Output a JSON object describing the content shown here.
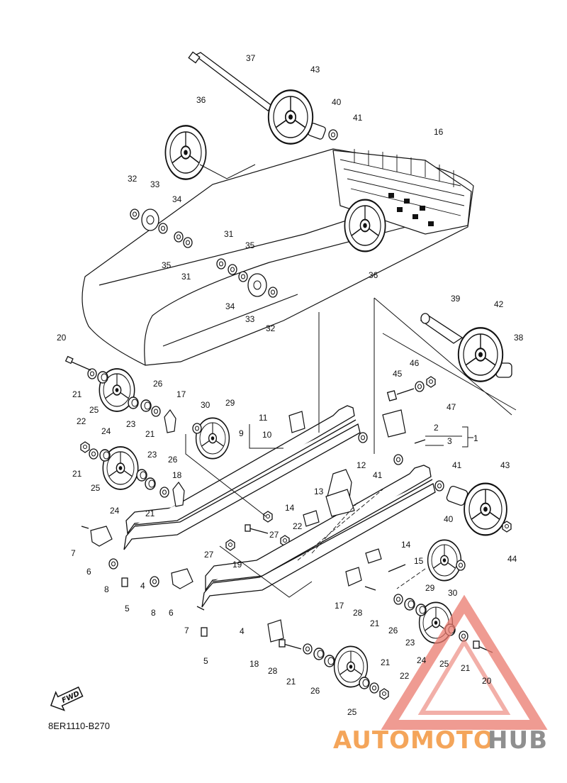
{
  "diagram": {
    "code": "8ER1110-B270",
    "fwd_label": "FWD",
    "watermark": {
      "auto": "AUTOMOTO",
      "hub": "HUB",
      "color_a": "#f4a55a",
      "color_b": "#e2574c",
      "color_c": "#8f8f8f"
    },
    "labels": [
      {
        "id": "p37a",
        "text": "37"
      },
      {
        "id": "p43a",
        "text": "43"
      },
      {
        "id": "p40a",
        "text": "40"
      },
      {
        "id": "p41a",
        "text": "41"
      },
      {
        "id": "p36a",
        "text": "36"
      },
      {
        "id": "p16",
        "text": "16"
      },
      {
        "id": "p32a",
        "text": "32"
      },
      {
        "id": "p33a",
        "text": "33"
      },
      {
        "id": "p34a",
        "text": "34"
      },
      {
        "id": "p35a",
        "text": "35"
      },
      {
        "id": "p31a",
        "text": "31"
      },
      {
        "id": "p31b",
        "text": "31"
      },
      {
        "id": "p35b",
        "text": "35"
      },
      {
        "id": "p34b",
        "text": "34"
      },
      {
        "id": "p33b",
        "text": "33"
      },
      {
        "id": "p32b",
        "text": "32"
      },
      {
        "id": "p36b",
        "text": "36"
      },
      {
        "id": "p39",
        "text": "39"
      },
      {
        "id": "p42",
        "text": "42"
      },
      {
        "id": "p38",
        "text": "38"
      },
      {
        "id": "p20a",
        "text": "20"
      },
      {
        "id": "p21a",
        "text": "21"
      },
      {
        "id": "p25a",
        "text": "25"
      },
      {
        "id": "p24a",
        "text": "24"
      },
      {
        "id": "p26a",
        "text": "26"
      },
      {
        "id": "p23a",
        "text": "23"
      },
      {
        "id": "p17a",
        "text": "17"
      },
      {
        "id": "p21b",
        "text": "21"
      },
      {
        "id": "p30a",
        "text": "30"
      },
      {
        "id": "p29a",
        "text": "29"
      },
      {
        "id": "p11",
        "text": "11"
      },
      {
        "id": "p9",
        "text": "9"
      },
      {
        "id": "p10",
        "text": "10"
      },
      {
        "id": "p45",
        "text": "45"
      },
      {
        "id": "p46",
        "text": "46"
      },
      {
        "id": "p47",
        "text": "47"
      },
      {
        "id": "p2",
        "text": "2"
      },
      {
        "id": "p3",
        "text": "3"
      },
      {
        "id": "p1",
        "text": "1"
      },
      {
        "id": "p22a",
        "text": "22"
      },
      {
        "id": "p21c",
        "text": "21"
      },
      {
        "id": "p25b",
        "text": "25"
      },
      {
        "id": "p23b",
        "text": "23"
      },
      {
        "id": "p26b",
        "text": "26"
      },
      {
        "id": "p24b",
        "text": "24"
      },
      {
        "id": "p18a",
        "text": "18"
      },
      {
        "id": "p21d",
        "text": "21"
      },
      {
        "id": "p41b",
        "text": "41"
      },
      {
        "id": "p12",
        "text": "12"
      },
      {
        "id": "p41c",
        "text": "41"
      },
      {
        "id": "p43b",
        "text": "43"
      },
      {
        "id": "p13",
        "text": "13"
      },
      {
        "id": "p14a",
        "text": "14"
      },
      {
        "id": "p22b",
        "text": "22"
      },
      {
        "id": "p40b",
        "text": "40"
      },
      {
        "id": "p44",
        "text": "44"
      },
      {
        "id": "p7a",
        "text": "7"
      },
      {
        "id": "p27a",
        "text": "27"
      },
      {
        "id": "p27b",
        "text": "27"
      },
      {
        "id": "p19",
        "text": "19"
      },
      {
        "id": "p14b",
        "text": "14"
      },
      {
        "id": "p15",
        "text": "15"
      },
      {
        "id": "p6a",
        "text": "6"
      },
      {
        "id": "p8a",
        "text": "8"
      },
      {
        "id": "p4a",
        "text": "4"
      },
      {
        "id": "p5a",
        "text": "5"
      },
      {
        "id": "p8b",
        "text": "8"
      },
      {
        "id": "p6b",
        "text": "6"
      },
      {
        "id": "p29b",
        "text": "29"
      },
      {
        "id": "p30b",
        "text": "30"
      },
      {
        "id": "p17b",
        "text": "17"
      },
      {
        "id": "p28a",
        "text": "28"
      },
      {
        "id": "p21e",
        "text": "21"
      },
      {
        "id": "p26c",
        "text": "26"
      },
      {
        "id": "p7b",
        "text": "7"
      },
      {
        "id": "p4b",
        "text": "4"
      },
      {
        "id": "p23c",
        "text": "23"
      },
      {
        "id": "p24c",
        "text": "24"
      },
      {
        "id": "p25c",
        "text": "25"
      },
      {
        "id": "p21f",
        "text": "21"
      },
      {
        "id": "p20b",
        "text": "20"
      },
      {
        "id": "p5b",
        "text": "5"
      },
      {
        "id": "p18b",
        "text": "18"
      },
      {
        "id": "p28b",
        "text": "28"
      },
      {
        "id": "p21g",
        "text": "21"
      },
      {
        "id": "p26d",
        "text": "26"
      },
      {
        "id": "p25d",
        "text": "25"
      },
      {
        "id": "p21h",
        "text": "21"
      },
      {
        "id": "p22c",
        "text": "22"
      }
    ]
  }
}
